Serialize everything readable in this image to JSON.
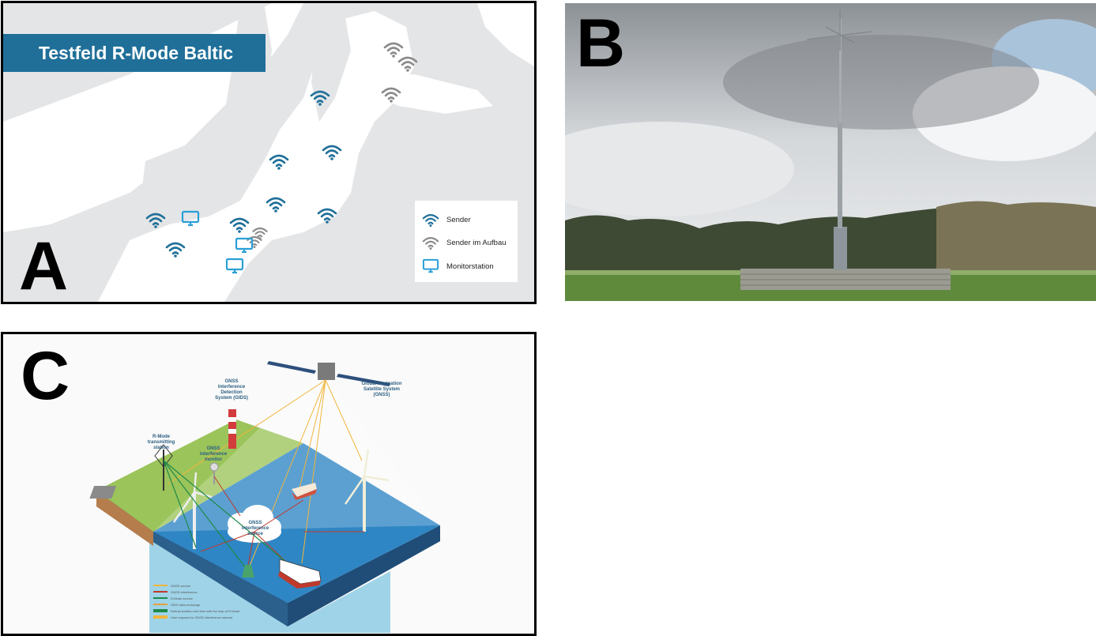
{
  "panels": {
    "a": {
      "letter": "A",
      "title": "Testfeld R-Mode Baltic",
      "legend": [
        {
          "label": "Sender",
          "icon": "wifi-signal-icon",
          "color": "#1f6f99"
        },
        {
          "label": "Sender im Aufbau",
          "icon": "wifi-signal-icon",
          "color": "#8a8a8a"
        },
        {
          "label": "Monitorstation",
          "icon": "monitor-icon",
          "color": "#2a9fd6"
        }
      ]
    },
    "b": {
      "letter": "B"
    },
    "c": {
      "letter": "C",
      "labels": {
        "gids": "GNSS Interference Detection System (GIDS)",
        "gnss": "Global Navigation Satellite System (GNSS)",
        "rmode": "R-Mode transmitting station",
        "monitor": "GNSS interference monitor",
        "source": "GNSS interference source"
      },
      "legend": [
        {
          "label": "GNSS service",
          "color": "#f0b63c"
        },
        {
          "label": "GNSS interference",
          "color": "#c0392b"
        },
        {
          "label": "R-Mode service",
          "color": "#1e8a4a"
        },
        {
          "label": "GIDS data exchange",
          "color": "#e6a23c"
        },
        {
          "label": "Robust position and time with the help of R-Mode",
          "color": "#1e8a4a"
        },
        {
          "label": "User exposed to GNSS interference warned",
          "color": "#f0b63c"
        }
      ]
    }
  }
}
